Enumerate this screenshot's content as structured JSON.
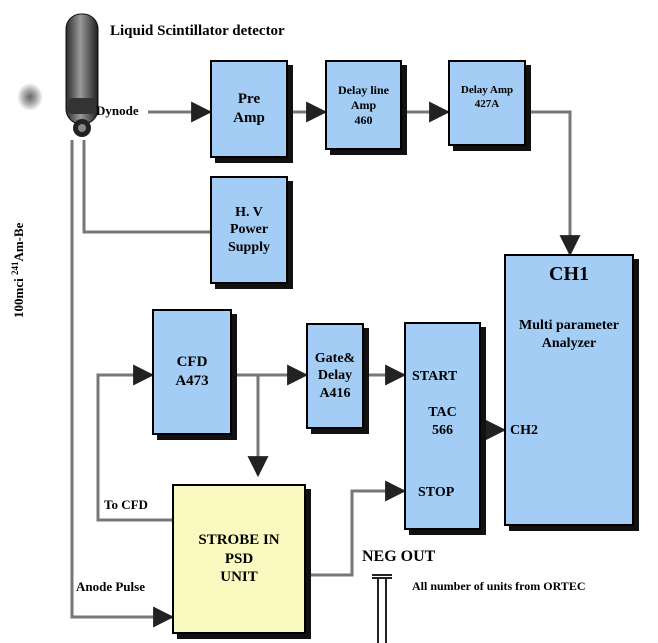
{
  "title": "Liquid Scintillator detector",
  "source_label": {
    "pre": "100mci ",
    "sup": "241",
    "post": "Am-Be"
  },
  "dynode_label": "Dynode",
  "anode_pulse_label": "Anode Pulse",
  "to_cfd_label": "To CFD",
  "neg_out_label": "NEG OUT",
  "note": "All number of units from ORTEC",
  "boxes": {
    "preamp": [
      "Pre",
      "Amp"
    ],
    "delay_line_amp": [
      "Delay line",
      "Amp",
      "460"
    ],
    "delay_amp": [
      "Delay Amp",
      "427A"
    ],
    "hv_supply": [
      "H. V",
      "Power",
      "Supply"
    ],
    "cfd": [
      "CFD",
      "A473"
    ],
    "gate_delay": [
      "Gate&",
      "Delay",
      "A416"
    ],
    "tac": {
      "start": "START",
      "name": [
        "TAC",
        "566"
      ],
      "stop": "STOP"
    },
    "mpa": {
      "ch1": "CH1",
      "name": [
        "Multi parameter",
        "Analyzer"
      ],
      "ch2": "CH2"
    },
    "psd": [
      "STROBE IN",
      "PSD",
      "UNIT"
    ]
  }
}
